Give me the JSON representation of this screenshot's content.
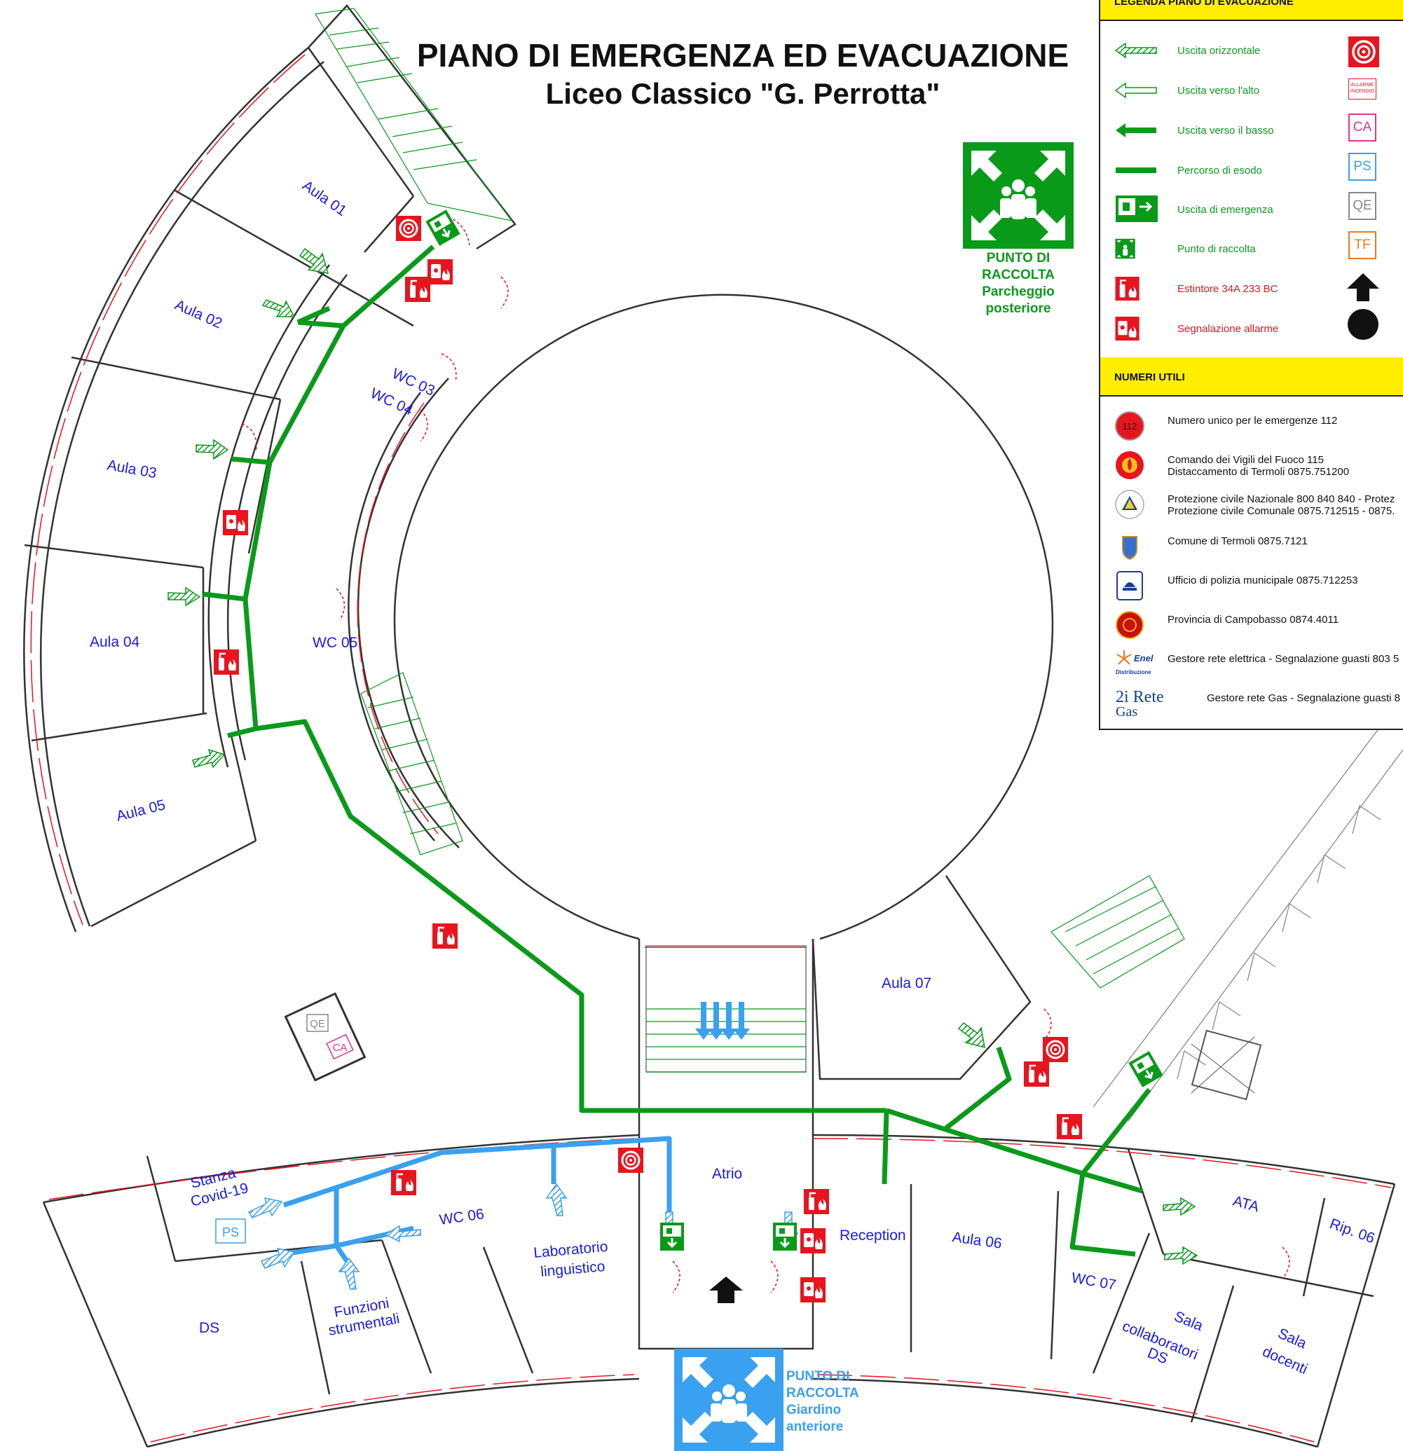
{
  "header": {
    "title": "PIANO DI EMERGENZA ED EVACUAZIONE",
    "subtitle": "Liceo Classico \"G. Perrotta\""
  },
  "colors": {
    "exit_route": "#0a9a1a",
    "alt_route": "#3aa0f0",
    "fire": "#e8141e",
    "legend_header": "#ffee00",
    "room_label": "#1a1ae6"
  },
  "assembly_points": {
    "rear": {
      "line1": "PUNTO DI",
      "line2": "RACCOLTA",
      "line3": "Parcheggio",
      "line4": "posteriore"
    },
    "front": {
      "line1": "PUNTO DI",
      "line2": "RACCOLTA",
      "line3": "Giardino",
      "line4": "anteriore"
    }
  },
  "rooms": {
    "aula01": "Aula 01",
    "aula02": "Aula 02",
    "aula03": "Aula 03",
    "aula04": "Aula 04",
    "aula05": "Aula 05",
    "aula06": "Aula 06",
    "aula07": "Aula 07",
    "wc03": "WC 03",
    "wc04": "WC 04",
    "wc05": "WC 05",
    "wc06": "WC 06",
    "wc07": "WC 07",
    "stanza1": "Stanza",
    "stanza2": "Covid-19",
    "ds": "DS",
    "funzioni1": "Funzioni",
    "funzioni2": "strumentali",
    "lab1": "Laboratorio",
    "lab2": "linguistico",
    "atrio": "Atrio",
    "reception": "Reception",
    "ata": "ATA",
    "rip06": "Rip. 06",
    "sala_coll1": "Sala",
    "sala_coll2": "collaboratori",
    "sala_coll3": "DS",
    "sala_doc1": "Sala",
    "sala_doc2": "docenti"
  },
  "map_badges": {
    "qe": "QE",
    "ca": "CA",
    "ps": "PS"
  },
  "legend": {
    "title": "LEGENDA PIANO DI EVACUAZIONE",
    "items": [
      {
        "label": "Uscita orizzontale",
        "icon": "hatched-arrow-icon"
      },
      {
        "label": "Uscita verso l'alto",
        "icon": "outline-arrow-icon"
      },
      {
        "label": "Uscita verso il basso",
        "icon": "solid-arrow-icon"
      },
      {
        "label": "Percorso di esodo",
        "icon": "route-line-icon"
      },
      {
        "label": "Uscita di emergenza",
        "icon": "emergency-exit-icon"
      },
      {
        "label": "Punto di raccolta",
        "icon": "assembly-point-icon"
      },
      {
        "label": "Estintore 34A 233 BC",
        "icon": "extinguisher-icon"
      },
      {
        "label": "Segnalazione allarme",
        "icon": "alarm-icon"
      }
    ],
    "side": {
      "allarme1": "ALLARME",
      "allarme2": "INCENDIO",
      "ca": "CA",
      "ps": "PS",
      "qe": "QE",
      "tf": "TF"
    }
  },
  "numeri": {
    "title": "NUMERI UTILI",
    "emergency_badge": "112",
    "enel_word": "Enel",
    "enel_sub": "Distribuzione",
    "gas_logo1": "2i Rete",
    "gas_logo2": "Gas",
    "items": [
      {
        "line1": "Numero unico per le emergenze 112",
        "line2": ""
      },
      {
        "line1": "Comando dei Vigili del Fuoco 115",
        "line2": "Distaccamento di Termoli 0875.751200"
      },
      {
        "line1": "Protezione civile Nazionale 800 840 840 - Protez",
        "line2": "Protezione civile Comunale 0875.712515 - 0875."
      },
      {
        "line1": "Comune di Termoli 0875.7121",
        "line2": ""
      },
      {
        "line1": "Ufficio di polizia municipale 0875.712253",
        "line2": ""
      },
      {
        "line1": "Provincia di Campobasso 0874.4011",
        "line2": ""
      },
      {
        "line1": "Gestore rete elettrica - Segnalazione guasti 803 5",
        "line2": ""
      },
      {
        "line1": "Gestore rete Gas - Segnalazione guasti 8",
        "line2": ""
      }
    ]
  }
}
